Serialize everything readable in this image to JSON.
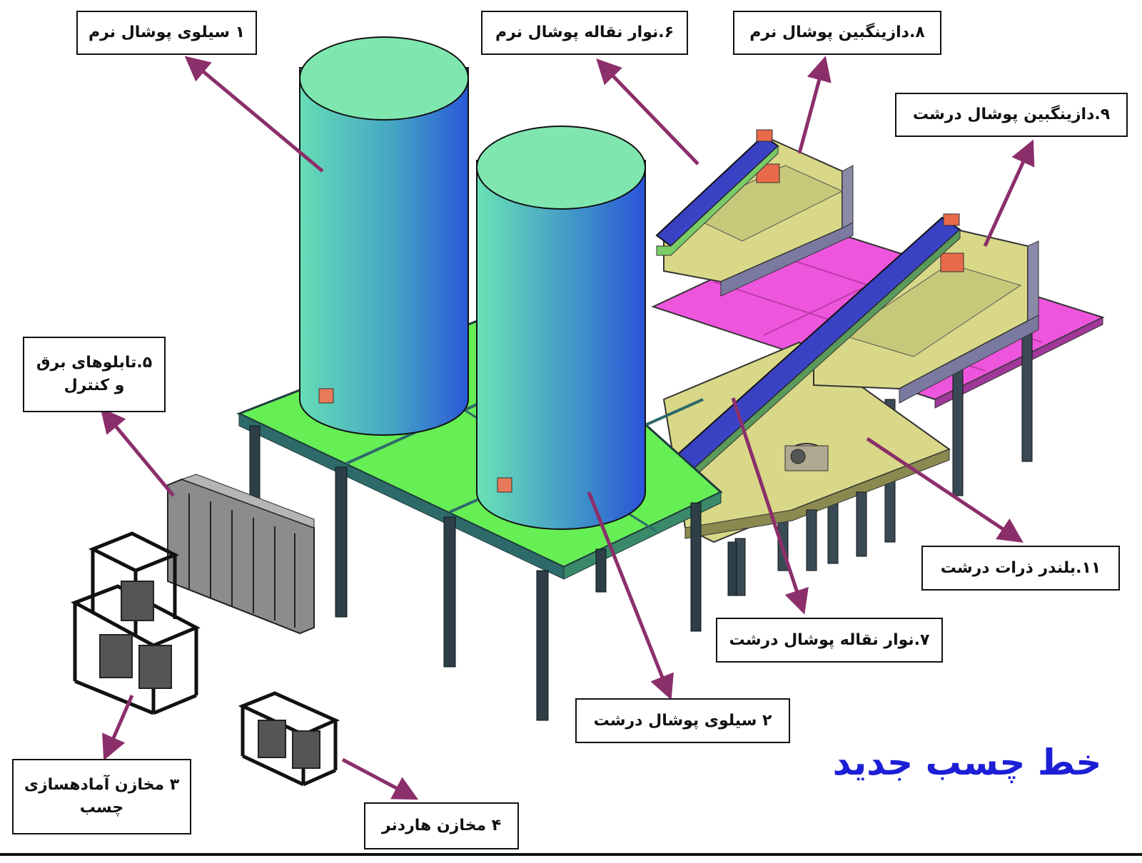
{
  "title": "خط چسب جدید",
  "labels": {
    "silo_fine": "۱ سیلوی پوشال نرم",
    "silo_coarse": "۲ سیلوی پوشال درشت",
    "glue_tanks_line1": "۳ مخازن آمادهسازی",
    "glue_tanks_line2": "چسب",
    "hardener_tanks": "۴ مخازن هاردنر",
    "panels_line1": "۵.تابلوهای برق",
    "panels_line2": "و کنترل",
    "conveyor_fine": "۶.نوار نقاله پوشال نرم",
    "conveyor_coarse": "۷.نوار نقاله پوشال درشت",
    "dosing_fine": "۸.دازینگبین پوشال نرم",
    "dosing_coarse": "۹.دازینگبین پوشال درشت",
    "blender": "۱۱.بلندر ذرات درشت"
  },
  "colors": {
    "title": "#1c1fd6",
    "arrow": "#8b2f6b",
    "silo_top": "#7fe6b0",
    "silo_body_light": "#60d6b0",
    "silo_body_dark": "#2c5fd6",
    "platform_green": "#66ee55",
    "platform_magenta": "#ee55dd",
    "bin_khaki": "#d8d888",
    "conveyor_blue": "#3034b8"
  }
}
